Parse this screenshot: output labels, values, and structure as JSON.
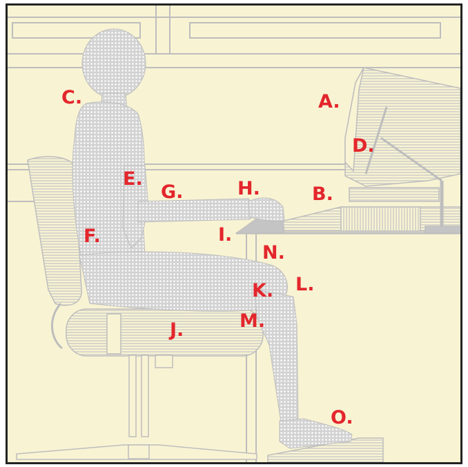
{
  "colors": {
    "background": "#f8f3d3",
    "figure": "#c4c4c4",
    "line": "#bdbdbd",
    "border": "#222222",
    "label": "#e3262c"
  },
  "labels": {
    "a": "A.",
    "b": "B.",
    "c": "C.",
    "d": "D.",
    "e": "E.",
    "f": "F.",
    "g": "G.",
    "h": "H.",
    "i": "I.",
    "j": "J.",
    "k": "K.",
    "l": "L.",
    "m": "M.",
    "n": "N.",
    "o": "O."
  }
}
